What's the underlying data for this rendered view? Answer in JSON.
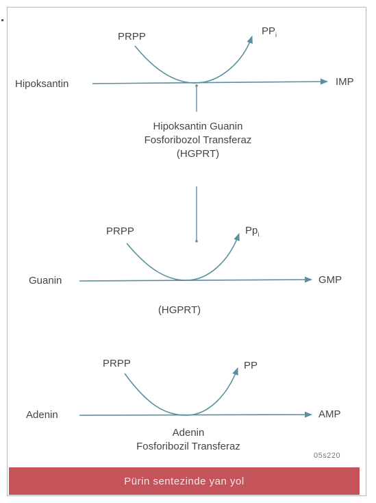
{
  "reactions": [
    {
      "substrate": "Hipoksantin",
      "cosubstrate": "PRPP",
      "byproduct": "PP",
      "byproduct_sub": "i",
      "product": "IMP"
    },
    {
      "substrate": "Guanin",
      "cosubstrate": "PRPP",
      "byproduct": "Pp",
      "byproduct_sub": "i",
      "product": "GMP",
      "enzyme_label": "(HGPRT)"
    },
    {
      "substrate": "Adenin",
      "cosubstrate": "PRPP",
      "byproduct": "PP",
      "product": "AMP"
    }
  ],
  "enzymes": {
    "hgprt_line1": "Hipoksantin Guanin",
    "hgprt_line2": "Fosforibozol Transferaz",
    "hgprt_line3": "(HGPRT)",
    "aprt_line1": "Adenin",
    "aprt_line2": "Fosforibozil Transferaz"
  },
  "figure_code": "05s220",
  "caption": "Pürin sentezinde yan yol",
  "colors": {
    "arrow": "#5a8fa0",
    "banner": "#c5545a",
    "text": "#444444"
  }
}
